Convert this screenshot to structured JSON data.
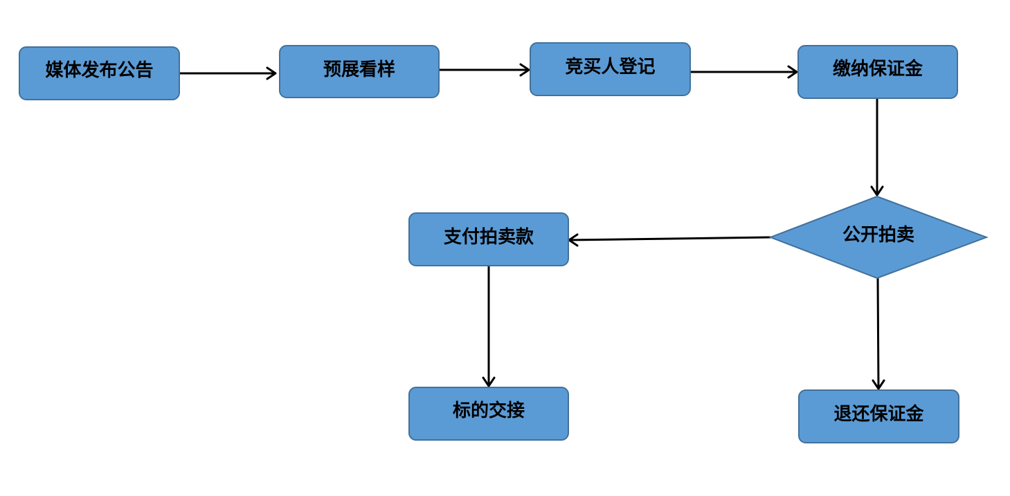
{
  "nodes": {
    "media_announcement": "媒体发布公告",
    "preview_viewing": "预展看样",
    "bidder_registration": "竞买人登记",
    "pay_deposit": "缴纳保证金",
    "public_auction": "公开拍卖",
    "pay_auction_price": "支付拍卖款",
    "item_handover": "标的交接",
    "refund_deposit": "退还保证金"
  },
  "colors": {
    "node_fill": "#5b9bd5",
    "node_border": "#41719c",
    "arrow": "#000000",
    "text": "#000000"
  }
}
